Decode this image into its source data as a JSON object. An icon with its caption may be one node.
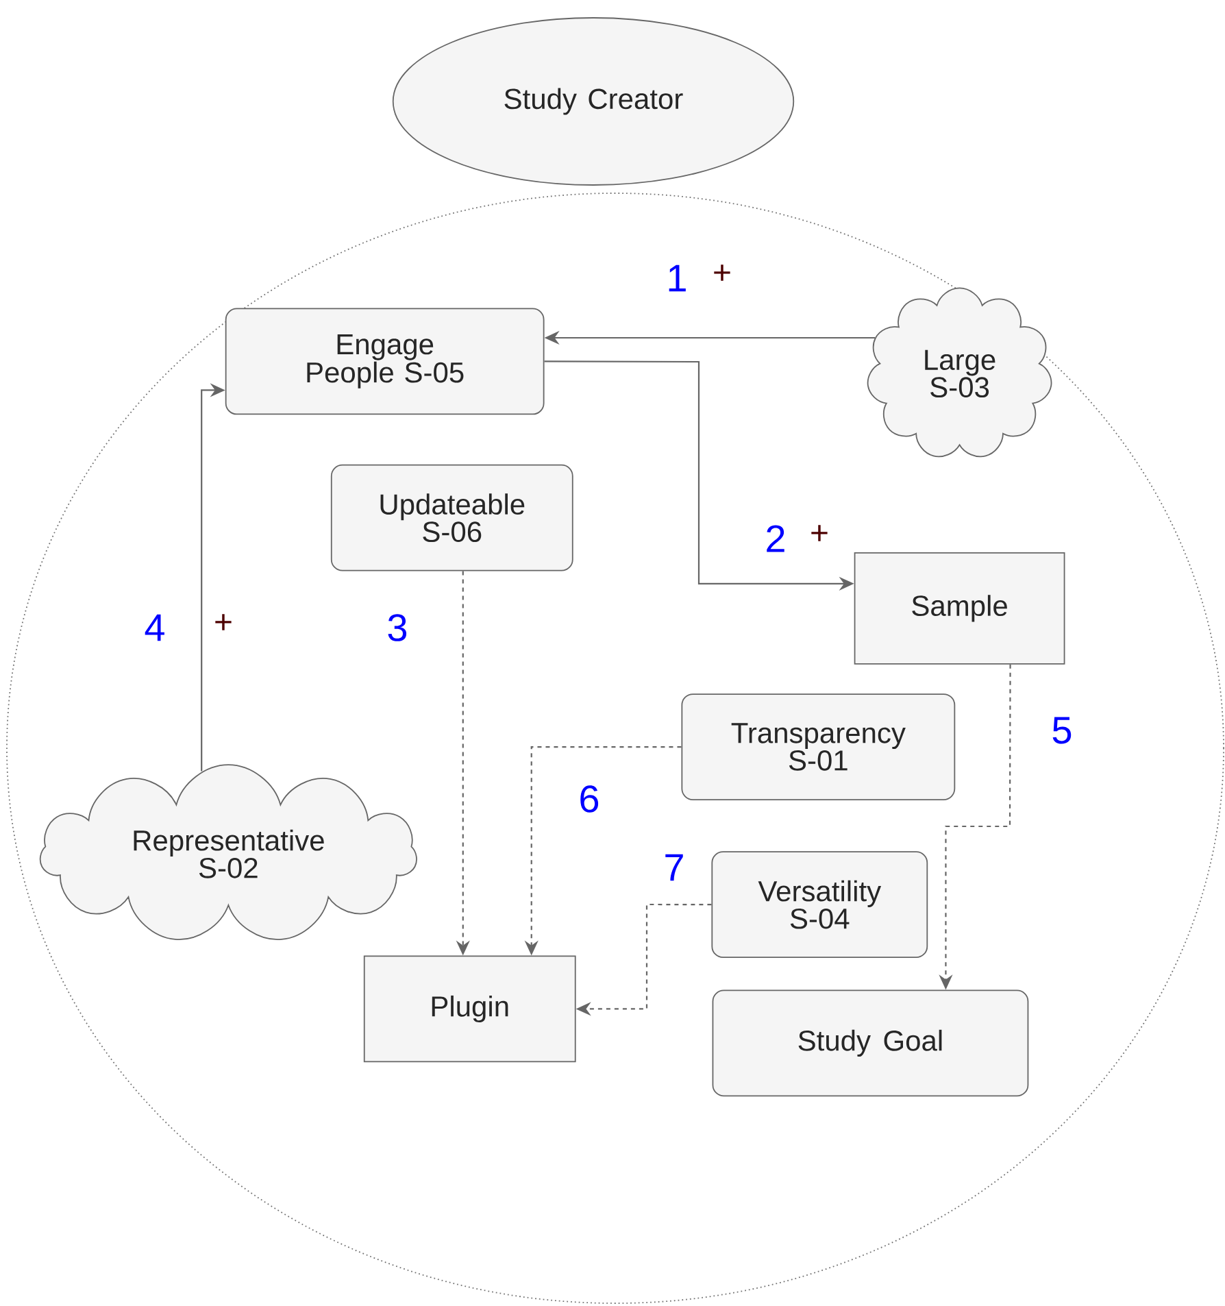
{
  "diagram": {
    "nodes": [
      {
        "text": [],
        "shape": "circle"
      },
      {
        "text": [
          "Study Creator"
        ]
      },
      {
        "text": [
          "Engage People S-05"
        ],
        "in": 0
      },
      {
        "text": [
          "Large S-03"
        ],
        "in": 0
      },
      {
        "text": [
          "Updateable S-06"
        ],
        "in": 0
      },
      {
        "text": [
          "Sample"
        ],
        "in": 0
      },
      {
        "text": [
          "Transparency S-01"
        ],
        "in": 0
      },
      {
        "text": [
          "Representative S-02"
        ],
        "in": 0
      },
      {
        "text": [
          "Versatility S-04"
        ],
        "in": 0
      },
      {
        "text": [
          "Plugin"
        ],
        "in": 0
      },
      {
        "text": [
          "Study Goal"
        ],
        "in": 0
      }
    ],
    "edges": [
      {
        "from": 3,
        "to": 2,
        "arrow": "to"
      },
      {
        "from": 2,
        "to": 5,
        "arrow": "to"
      },
      {
        "from": 7,
        "to": 2,
        "arrow": "to"
      },
      {
        "from": 4,
        "to": 9,
        "arrow": "to",
        "style": "dashed"
      },
      {
        "from": 5,
        "to": 10,
        "arrow": "to",
        "style": "dashed"
      },
      {
        "from": 6,
        "to": 9,
        "arrow": "to",
        "style": "dashed"
      },
      {
        "from": 8,
        "to": 9,
        "arrow": "to",
        "style": "dashed"
      }
    ],
    "labels": [
      "1",
      "+",
      "2",
      "+",
      "4",
      "+",
      "3",
      "5",
      "6",
      "7"
    ]
  }
}
